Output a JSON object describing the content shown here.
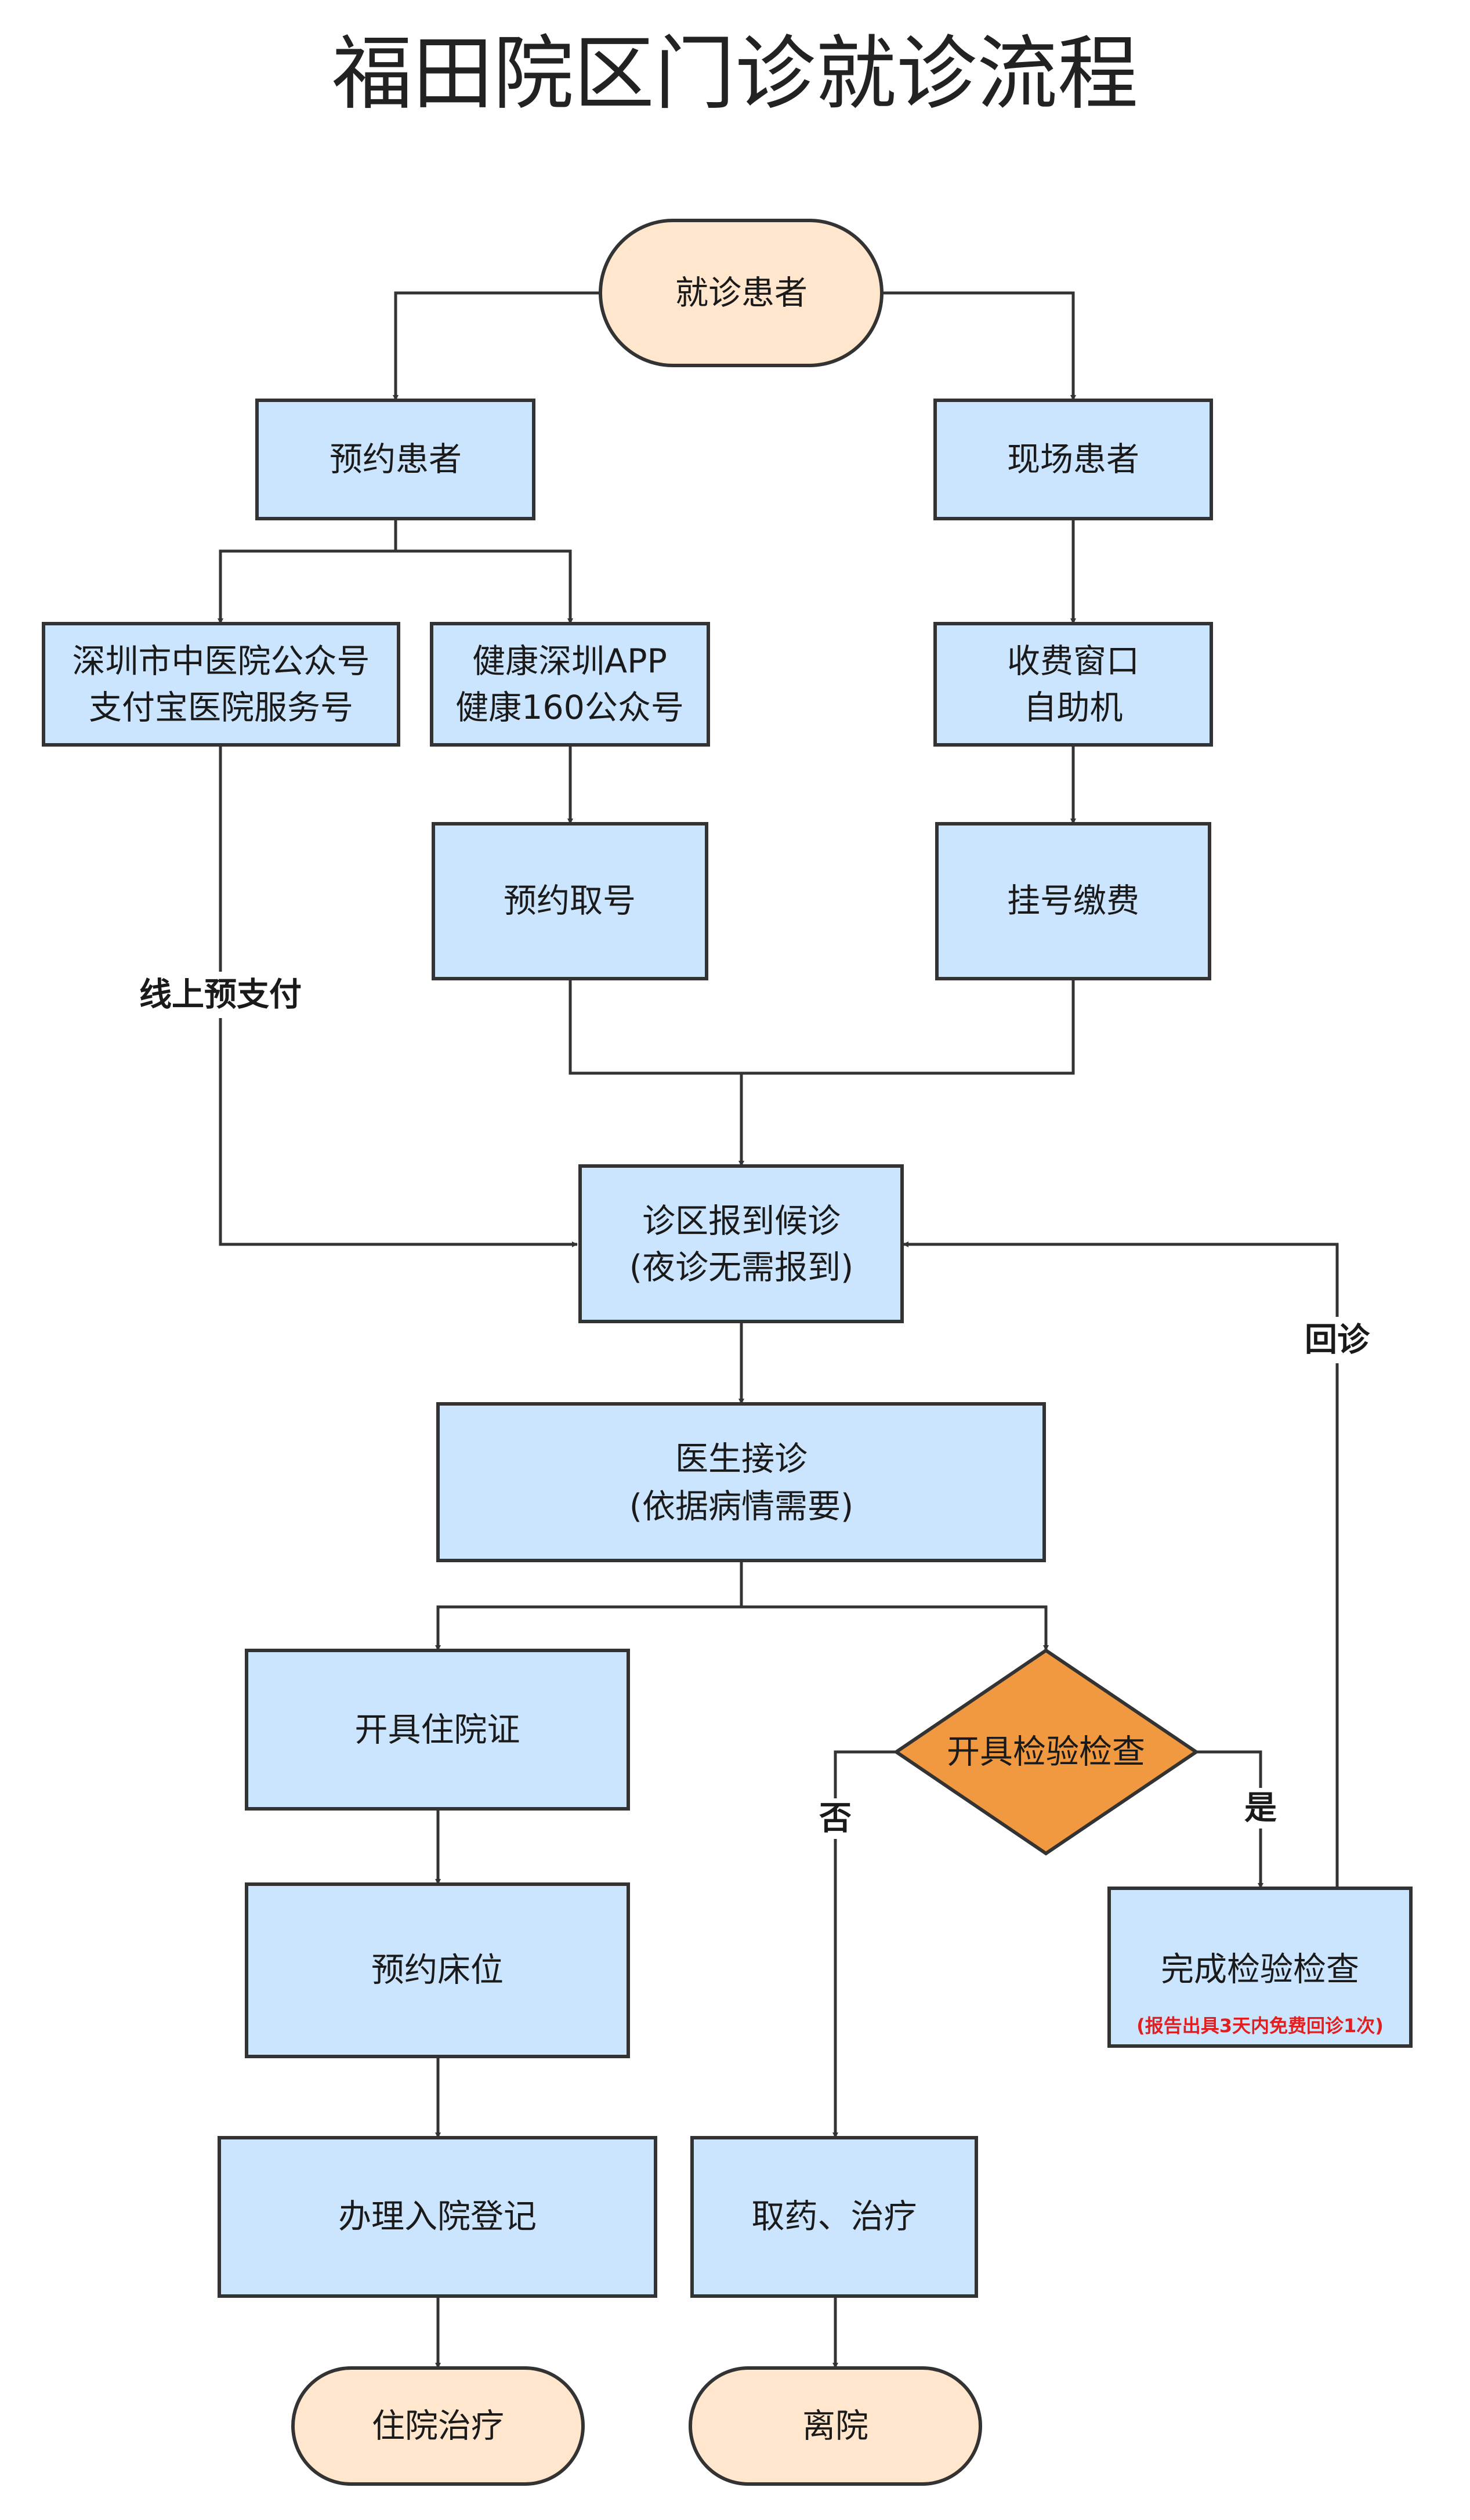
{
  "title": "福田院区门诊就诊流程",
  "colors": {
    "process_fill": "#cce5ff",
    "terminal_fill": "#ffe6cc",
    "decision_fill": "#f09940",
    "stroke": "#333333",
    "note_text": "#e02020"
  },
  "nodes": {
    "start": {
      "lines": [
        "就诊患者"
      ]
    },
    "appointment_patient": {
      "lines": [
        "预约患者"
      ]
    },
    "walkin_patient": {
      "lines": [
        "现场患者"
      ]
    },
    "wechat_alipay": {
      "lines": [
        "深圳市中医院公众号",
        "支付宝医院服务号"
      ]
    },
    "app_channels": {
      "lines": [
        "健康深圳APP",
        "健康160公众号"
      ]
    },
    "cashier": {
      "lines": [
        "收费窗口",
        "自助机"
      ]
    },
    "take_number": {
      "lines": [
        "预约取号"
      ]
    },
    "register_pay": {
      "lines": [
        "挂号缴费"
      ]
    },
    "checkin": {
      "lines": [
        "诊区报到候诊",
        "(夜诊无需报到)"
      ]
    },
    "consult": {
      "lines": [
        "医生接诊",
        "(依据病情需要)"
      ]
    },
    "admission_cert": {
      "lines": [
        "开具住院证"
      ]
    },
    "exam_decision": {
      "lines": [
        "开具检验检查"
      ]
    },
    "book_bed": {
      "lines": [
        "预约床位"
      ]
    },
    "complete_exam": {
      "lines": [
        "完成检验检查"
      ],
      "note": "(报告出具3天内免费回诊1次)"
    },
    "admission": {
      "lines": [
        "办理入院登记"
      ]
    },
    "medicine": {
      "lines": [
        "取药、治疗"
      ]
    },
    "hospitalize": {
      "lines": [
        "住院治疗"
      ]
    },
    "leave": {
      "lines": [
        "离院"
      ]
    }
  },
  "edge_labels": {
    "online_prepay": "线上预支付",
    "revisit": "回诊",
    "yes": "是",
    "no": "否"
  }
}
